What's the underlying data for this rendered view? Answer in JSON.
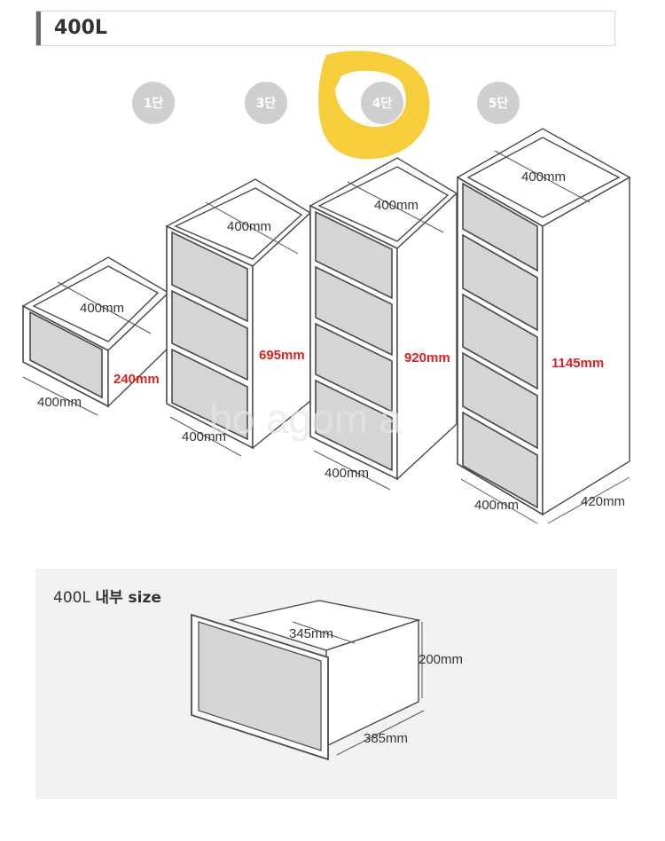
{
  "header": {
    "title": "400L"
  },
  "tiers": [
    {
      "label": "1단"
    },
    {
      "label": "3단"
    },
    {
      "label": "4단"
    },
    {
      "label": "5단"
    }
  ],
  "dims": {
    "w400": "400mm",
    "d420": "420mm",
    "h1": "240mm",
    "h3": "695mm",
    "h4": "920mm",
    "h5": "1145mm"
  },
  "inner": {
    "title_prefix": "400L ",
    "title_bold": "내부 size",
    "width": "345mm",
    "height": "200mm",
    "depth": "385mm"
  },
  "watermark": "bo  agom a",
  "colors": {
    "highlight": "#f5c518",
    "red": "#e02020",
    "badge": "#cfcfcf"
  }
}
